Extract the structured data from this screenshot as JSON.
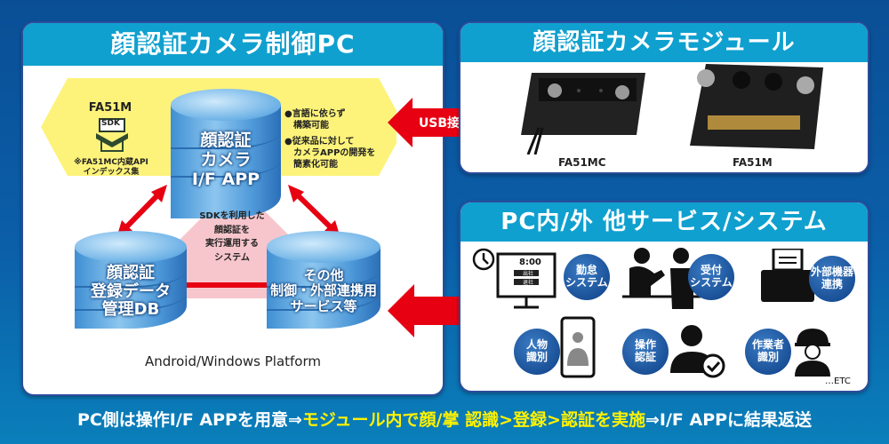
{
  "pc_panel": {
    "title": "顔認証カメラ制御PC",
    "sdk": {
      "model": "FA51M",
      "badge": "SDK",
      "note_line1": "※FA51MC内蔵API",
      "note_line2": "インデックス集"
    },
    "app_cylinder": {
      "line1": "顔認証",
      "line2": "カメラ",
      "line3": "I/F APP"
    },
    "benefits": [
      {
        "line1": "●言語に依らず",
        "line2": "構築可能"
      },
      {
        "line1": "●従来品に対して",
        "line2": "カメラAPPの開発を",
        "line3": "簡素化可能"
      }
    ],
    "center_text": [
      "SDKを利用した",
      "顔認証を",
      "実行運用する",
      "システム"
    ],
    "db_cylinder": {
      "line1": "顔認証",
      "line2": "登録データ",
      "line3": "管理DB"
    },
    "other_cylinder": {
      "line1": "その他",
      "line2": "制御・外部連携用",
      "line3": "サービス等"
    },
    "platform": "Android/Windows Platform"
  },
  "usb_arrow": {
    "label": "USB接続"
  },
  "module_panel": {
    "title": "顔認証カメラモジュール",
    "products": [
      {
        "label": "FA51MC"
      },
      {
        "label": "FA51M"
      }
    ]
  },
  "services_panel": {
    "title": "PC内/外 他サービス/システム",
    "clock_display": {
      "time": "8:00",
      "btn1": "出社",
      "btn2": "退社"
    },
    "items": [
      {
        "line1": "勤怠",
        "line2": "システム"
      },
      {
        "line1": "受付",
        "line2": "システム"
      },
      {
        "line1": "外部機器",
        "line2": "連携"
      },
      {
        "line1": "人物",
        "line2": "識別"
      },
      {
        "line1": "操作",
        "line2": "認証"
      },
      {
        "line1": "作業者",
        "line2": "識別"
      }
    ],
    "etc": "…ETC"
  },
  "footer": {
    "part1": "PC側は操作I/F APPを用意⇒",
    "part2": "モジュール内で顔/掌 認識>登録>認証を実施",
    "part3": "⇒I/F APPに結果返送"
  },
  "colors": {
    "accent_header": "#0fa0cf",
    "arrow_red": "#e60012",
    "band_yellow": "#fdf37a",
    "highlight_yellow": "#fff200"
  }
}
